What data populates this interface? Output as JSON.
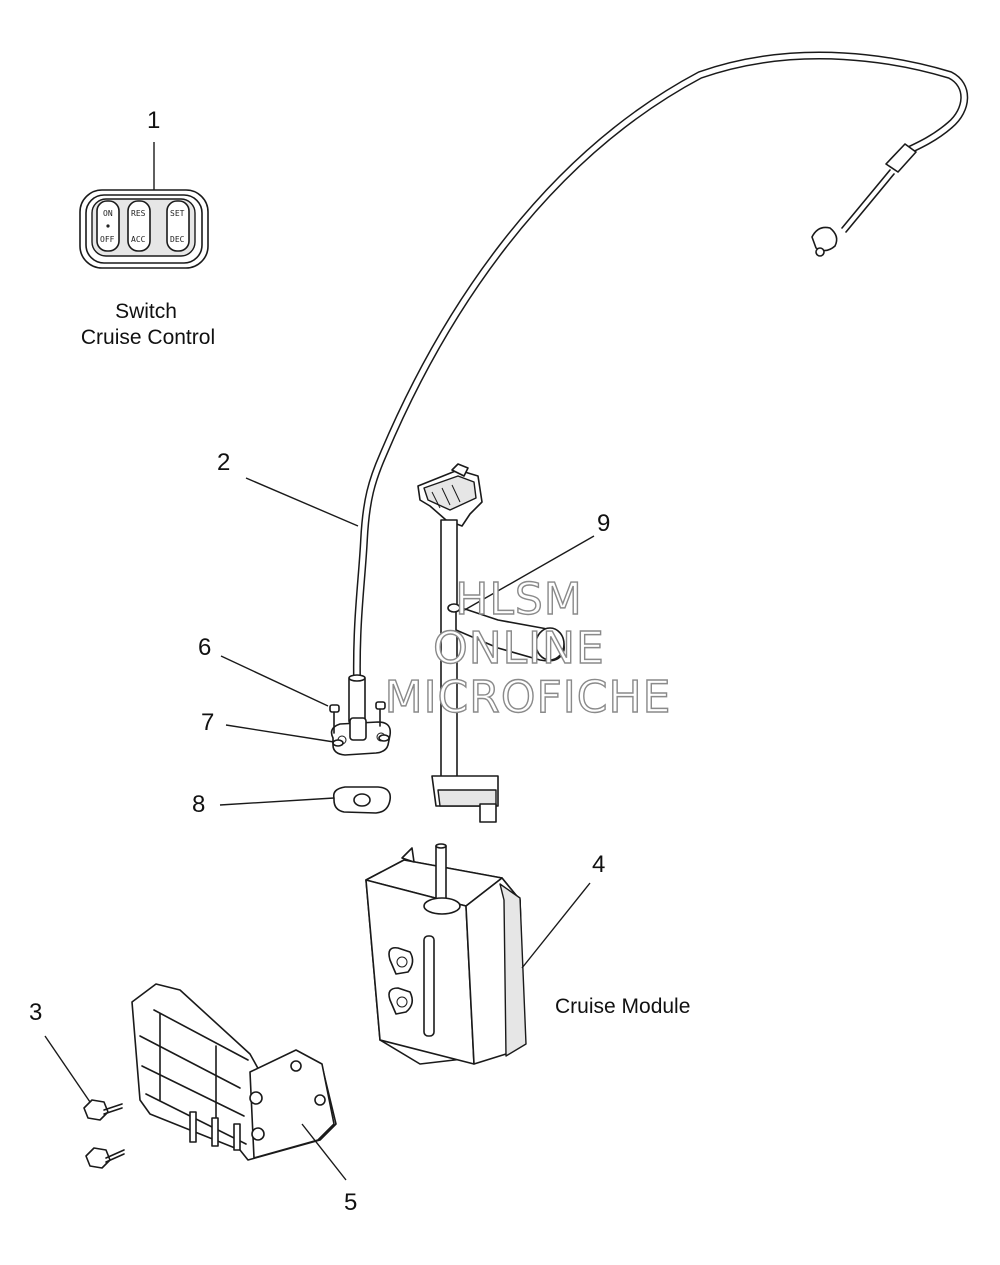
{
  "callouts": {
    "c1": "1",
    "c2": "2",
    "c3": "3",
    "c4": "4",
    "c5": "5",
    "c6": "6",
    "c7": "7",
    "c8": "8",
    "c9": "9"
  },
  "captions": {
    "switch_line1": "Switch",
    "switch_line2": "Cruise Control",
    "module": "Cruise Module"
  },
  "switch_buttons": {
    "b1_top": "ON",
    "b1_bottom": "OFF",
    "b2_top": "RES",
    "b2_bottom": "ACC",
    "b3_top": "SET",
    "b3_bottom": "DEC"
  },
  "watermark": {
    "line1": "HLSM",
    "line2": "ONLINE",
    "line3": "MICROFICHE"
  }
}
